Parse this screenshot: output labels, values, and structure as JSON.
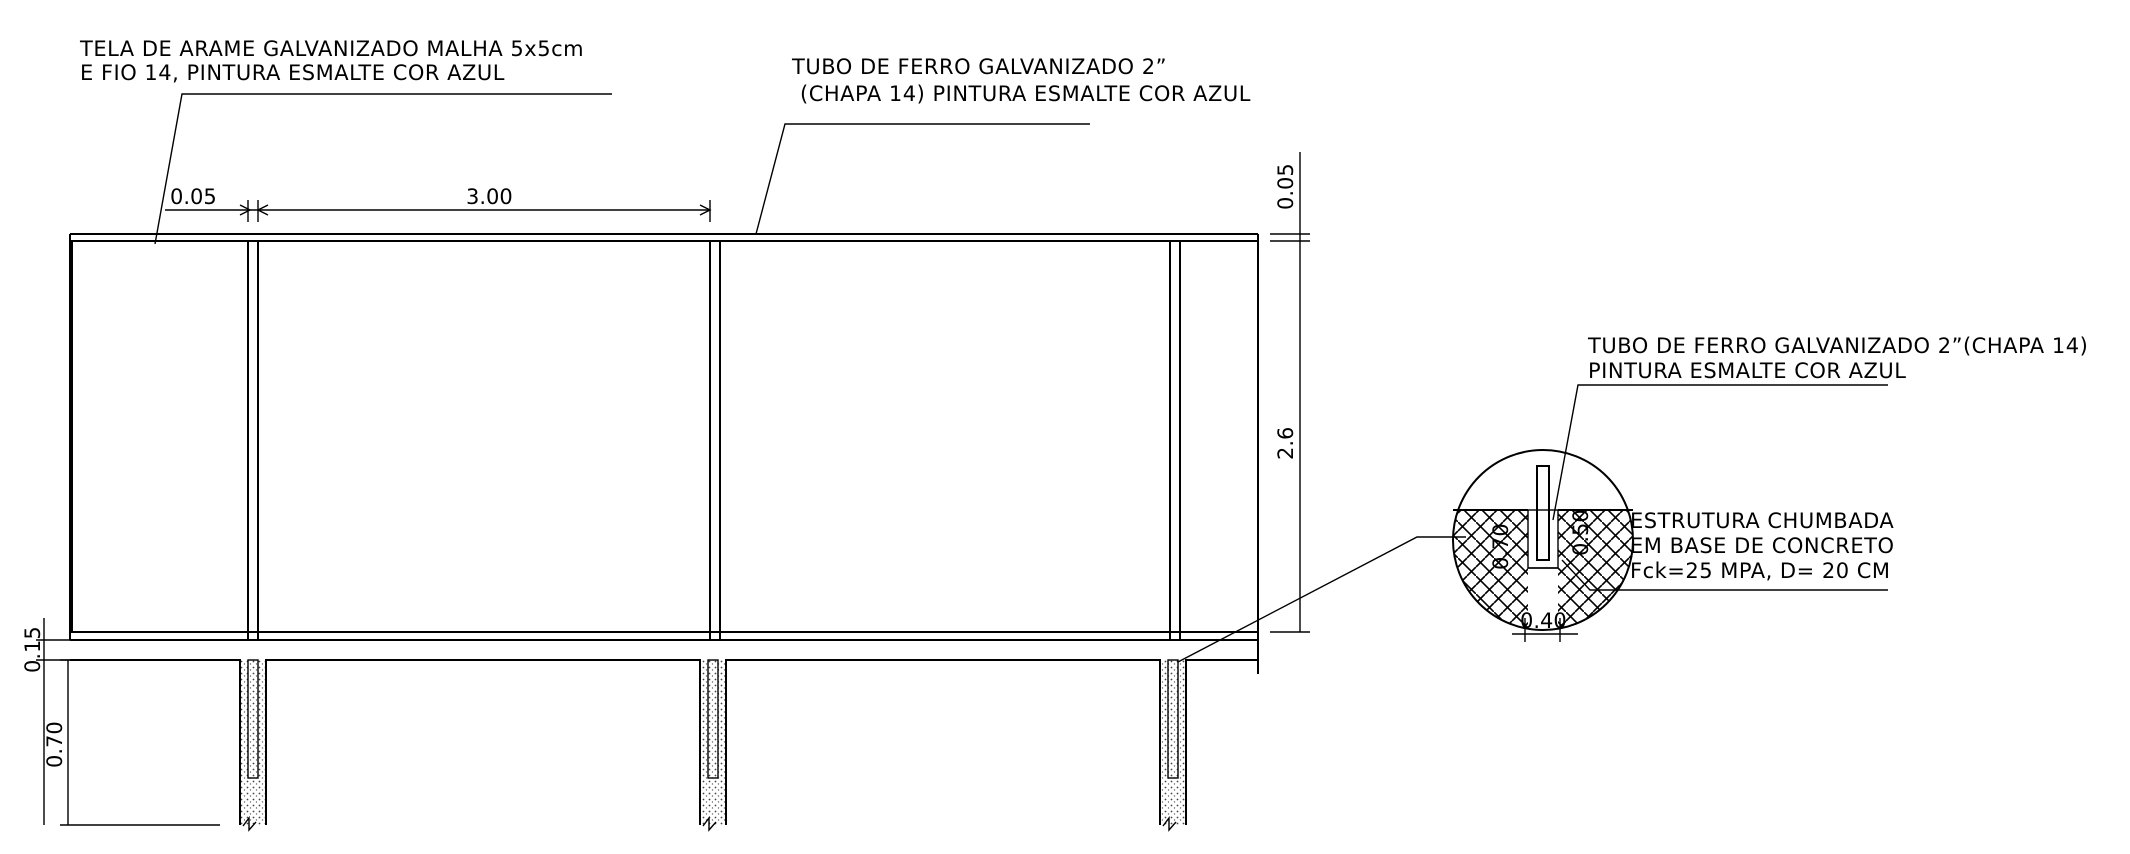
{
  "notes": {
    "mesh_line1": "TELA DE ARAME GALVANIZADO MALHA 5x5cm",
    "mesh_line2": "E FIO 14, PINTURA ESMALTE COR AZUL",
    "pipe_line1": "TUBO DE FERRO GALVANIZADO 2”",
    "pipe_line2": "(CHAPA 14) PINTURA ESMALTE COR AZUL",
    "detail_pipe_line1": "TUBO DE FERRO GALVANIZADO 2”(CHAPA 14)",
    "detail_pipe_line2": "PINTURA ESMALTE COR AZUL",
    "base_line1": "ESTRUTURA CHUMBADA",
    "base_line2": "EM  BASE DE CONCRETO",
    "base_line3": "Fck=25 MPA, D= 20 CM"
  },
  "dimensions": {
    "post_gap": "0.05",
    "panel_width": "3.00",
    "top_offset": "0.05",
    "fence_height": "2.6",
    "base_gap": "0.15",
    "embed_depth": "0.70",
    "detail_depth_outer": "0.70",
    "detail_depth_inner": "0.50",
    "detail_width": "0.40"
  },
  "colors": {
    "stroke": "#000000",
    "background": "#ffffff"
  }
}
